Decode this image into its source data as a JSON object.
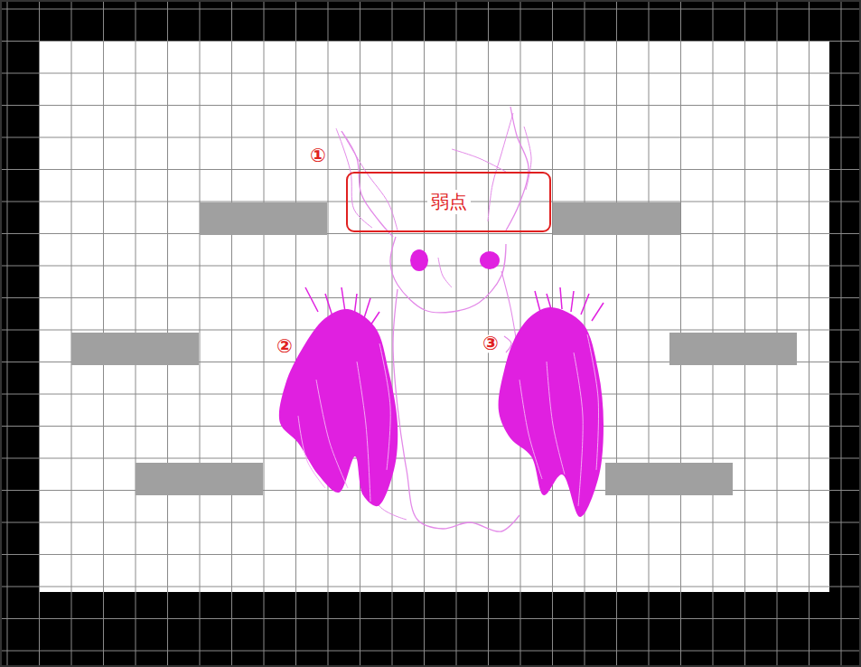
{
  "diagram": {
    "nodes": [
      {
        "text": [
          "弱点"
        ]
      }
    ],
    "labels": [
      "①",
      "②",
      "③"
    ]
  }
}
